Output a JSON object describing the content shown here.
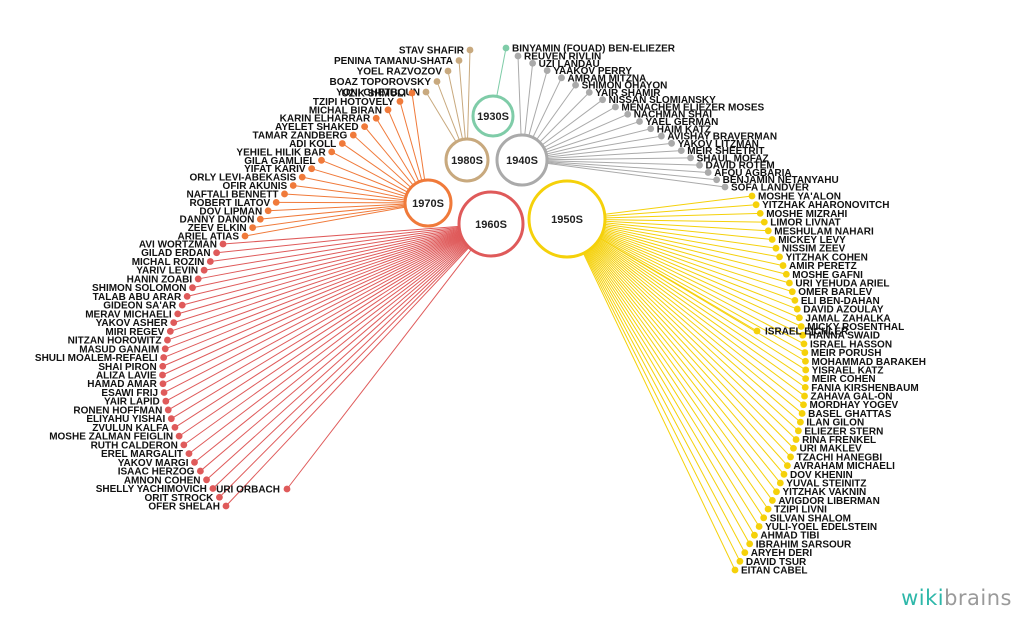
{
  "brand": {
    "part1": "wiki",
    "part2": "brains",
    "color1": "#2db7a9",
    "color2": "#9a9a9a"
  },
  "groups": [
    {
      "decade": "1930S",
      "color": "#7fcca8",
      "names": [
        "BINYAMIN (FOUAD) BEN-ELIEZER"
      ]
    },
    {
      "decade": "1980S",
      "color": "#c8a97e",
      "names": [
        "STAV SHAFIR",
        "PENINA TAMANU-SHATA",
        "YOEL RAZVOZOV",
        "BOAZ TOPOROVSKY",
        "YONI CHETBOUN"
      ]
    },
    {
      "decade": "1940S",
      "color": "#aaaaaa",
      "names": [
        "REUVEN RIVLIN",
        "UZI LANDAU",
        "YAAKOV PERRY",
        "AMRAM MITZNA",
        "SHIMON OHAYON",
        "YAIR SHAMIR",
        "NISSAN SLOMIANSKY",
        "MENACHEM ELIEZER MOSES",
        "NACHMAN SHAI",
        "YAEL GERMAN",
        "HAIM KATZ",
        "AVISHAY BRAVERMAN",
        "YAKOV LITZMAN",
        "MEIR SHEETRIT",
        "SHAUL MOFAZ",
        "DAVID ROTEM",
        "AFOU AGBARIA",
        "BENJAMIN NETANYAHU",
        "SOFA LANDVER"
      ]
    },
    {
      "decade": "1970S",
      "color": "#f07a3a",
      "names": [
        "UZIK SHMULI",
        "TZIPI HOTOVELY",
        "MICHAL BIRAN",
        "KARIN ELHARRAR",
        "AYELET SHAKED",
        "TAMAR ZANDBERG",
        "ADI KOLL",
        "YEHIEL HILIK BAR",
        "GILA GAMLIEL",
        "YIFAT KARIV",
        "ORLY LEVI-ABEKASIS",
        "OFIR AKUNIS",
        "NAFTALI BENNETT",
        "ROBERT ILATOV",
        "DOV LIPMAN",
        "DANNY DANON",
        "ZEEV ELKIN",
        "ARIEL ATIAS"
      ]
    },
    {
      "decade": "1960S",
      "color": "#df5a5a",
      "names": [
        "AVI WORTZMAN",
        "GILAD ERDAN",
        "MICHAL ROZIN",
        "YARIV LEVIN",
        "HANIN ZOABI",
        "SHIMON SOLOMON",
        "TALAB ABU ARAR",
        "GIDEON SA'AR",
        "MERAV MICHAELI",
        "YAKOV ASHER",
        "MIRI REGEV",
        "NITZAN HOROWITZ",
        "MASUD GANAIM",
        "SHULI MOALEM-REFAELI",
        "SHAI PIRON",
        "ALIZA LAVIE",
        "HAMAD AMAR",
        "ESAWI FRIJ",
        "YAIR LAPID",
        "RONEN HOFFMAN",
        "ELIYAHU YISHAI",
        "ZVULUN KALFA",
        "MOSHE ZALMAN FEIGLIN",
        "RUTH CALDERON",
        "EREL MARGALIT",
        "YAKOV MARGI",
        "ISAAC HERZOG",
        "AMNON COHEN",
        "SHELLY YACHIMOVICH",
        "ORIT STROCK",
        "OFER SHELAH",
        "URI ORBACH"
      ]
    },
    {
      "decade": "1950S",
      "color": "#f5d10a",
      "names": [
        "MOSHE YA'ALON",
        "YITZHAK AHARONOVITCH",
        "MOSHE MIZRAHI",
        "LIMOR LIVNAT",
        "MESHULAM NAHARI",
        "MICKEY LEVY",
        "NISSIM ZEEV",
        "YITZHAK COHEN",
        "AMIR PERETZ",
        "MOSHE GAFNI",
        "URI YEHUDA ARIEL",
        "OMER BARLEV",
        "ELI BEN-DAHAN",
        "DAVID AZOULAY",
        "JAMAL ZAHALKA",
        "MICKY ROSENTHAL",
        "HANNA SWAID",
        "ISRAEL EICHLER",
        "ISRAEL HASSON",
        "MEIR PORUSH",
        "MOHAMMAD BARAKEH",
        "YISRAEL KATZ",
        "MEIR COHEN",
        "FANIA KIRSHENBAUM",
        "ZAHAVA GAL-ON",
        "MORDHAY YOGEV",
        "BASEL GHATTAS",
        "ILAN GILON",
        "ELIEZER STERN",
        "RINA FRENKEL",
        "URI MAKLEV",
        "TZACHI HANEGBI",
        "AVRAHAM MICHAELI",
        "DOV KHENIN",
        "YUVAL STEINITZ",
        "YITZHAK VAKNIN",
        "AVIGDOR LIBERMAN",
        "TZIPI LIVNI",
        "SILVAN SHALOM",
        "YULI-YOEL EDELSTEIN",
        "AHMAD TIBI",
        "IBRAHIM SARSOUR",
        "ARYEH DERI",
        "DAVID TSUR",
        "EITAN CABEL"
      ]
    }
  ]
}
